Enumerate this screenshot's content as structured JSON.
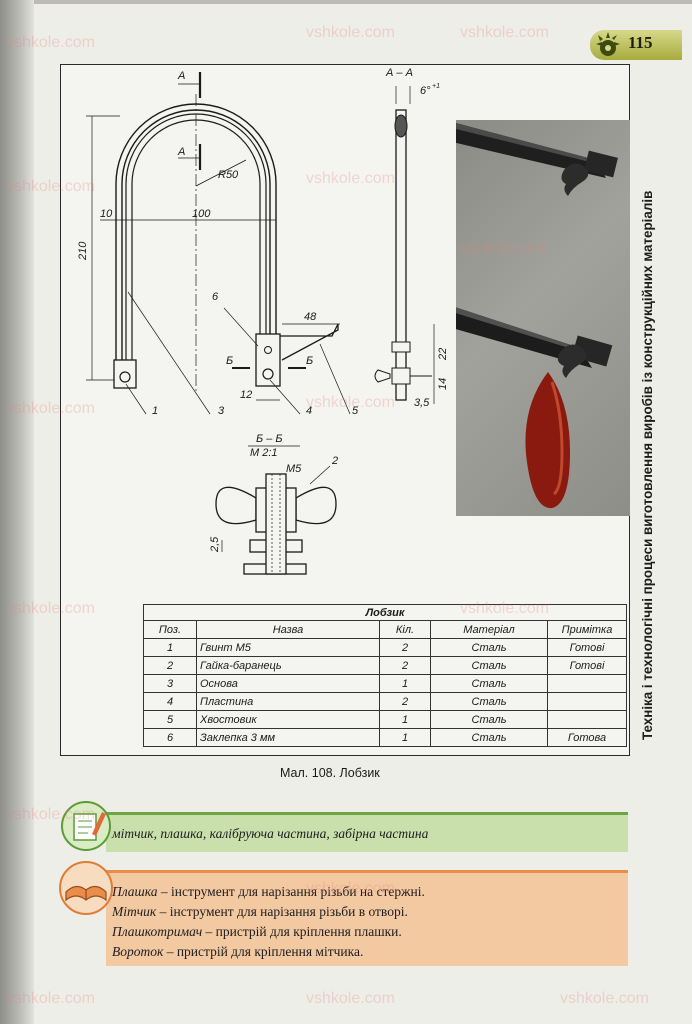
{
  "page": {
    "number": "115",
    "side_title": "Техніка і технологічні процеси виготовлення виробів із конструкційних матеріалів",
    "watermark": "vshkole.com"
  },
  "drawing": {
    "section_aa_label": "А – А",
    "section_bb_label": "Б – Б",
    "scale_label": "М 2:1",
    "cut_a": "А",
    "cut_b": "Б",
    "dims": {
      "r50": "R50",
      "w100": "100",
      "w10": "10",
      "h210": "210",
      "w48": "48",
      "w12": "12",
      "h22": "22",
      "h14": "14",
      "w35": "3,5",
      "angle": "6°",
      "angle_tol": "+1",
      "m5": "M5",
      "h25": "2,5"
    },
    "callouts": [
      "1",
      "2",
      "3",
      "4",
      "5",
      "6"
    ]
  },
  "table": {
    "caption": "Лобзик",
    "headers": [
      "Поз.",
      "Назва",
      "Кіл.",
      "Матеріал",
      "Примітка"
    ],
    "rows": [
      [
        "1",
        "Гвинт М5",
        "2",
        "Сталь",
        "Готові"
      ],
      [
        "2",
        "Гайка-баранець",
        "2",
        "Сталь",
        "Готові"
      ],
      [
        "3",
        "Основа",
        "1",
        "Сталь",
        ""
      ],
      [
        "4",
        "Пластина",
        "2",
        "Сталь",
        ""
      ],
      [
        "5",
        "Хвостовик",
        "1",
        "Сталь",
        ""
      ],
      [
        "6",
        "Заклепка 3 мм",
        "1",
        "Сталь",
        "Готова"
      ]
    ]
  },
  "figure_caption": "Мал. 108. Лобзик",
  "terms": "мітчик, плашка, калібруюча частина, забірна частина",
  "definitions": [
    {
      "term": "Плашка",
      "text": " – інструмент для нарізання різьби на стержні."
    },
    {
      "term": "Мітчик",
      "text": " – інструмент для нарізання різьби в отворі."
    },
    {
      "term": "Плашкотримач",
      "text": " – пристрій для кріплення плашки."
    },
    {
      "term": "Вороток",
      "text": " – пристрій для кріплення мітчика."
    }
  ],
  "colors": {
    "terms_bg": "#c9e0ad",
    "terms_accent": "#6fa545",
    "defs_bg": "#f3c9a2",
    "defs_accent": "#e88d4a",
    "tab": "#a8ab3e",
    "handle": "#8a1a10"
  }
}
